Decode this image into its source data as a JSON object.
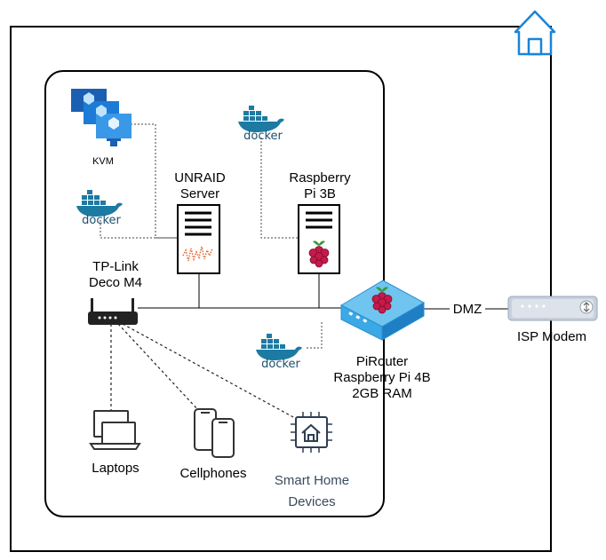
{
  "colors": {
    "home": "#1a84d8",
    "docker": "#1d7aa3",
    "vm": "#1b7bd6",
    "raspberry": "#c51a4a",
    "pirouter": "#3aa9e6",
    "modem": "#c7d0dc"
  },
  "icons": [
    "home-icon",
    "kvm-icon",
    "docker-icon",
    "server-icon",
    "raspberry-icon",
    "router-icon",
    "pirouter-icon",
    "modem-icon",
    "laptop-icon",
    "cellphone-icon",
    "smart-home-icon"
  ],
  "labels": {
    "kvm": "KVM",
    "docker": "docker",
    "unraid": "UNRAID\nServer",
    "rpi3": "Raspberry\nPi 3B",
    "deco": "TP-Link\nDeco M4",
    "dmz": "DMZ",
    "modem": "ISP Modem",
    "pirouter": "PiRouter\nRaspberry Pi 4B\n2GB RAM",
    "laptops": "Laptops",
    "cellphones": "Cellphones",
    "smarthome": "Smart Home\nDevices"
  }
}
